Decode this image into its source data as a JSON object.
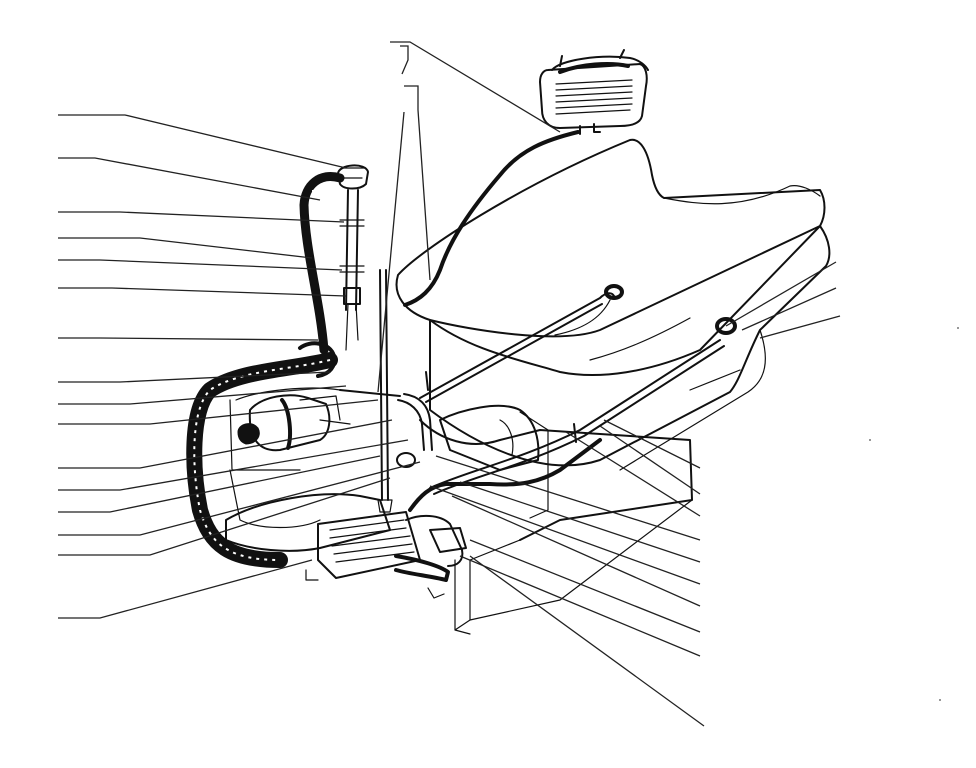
{
  "figure": {
    "leaders_left_count": 17,
    "leaders_right_count": 12,
    "leaders_top_count": 2,
    "leaders_upper_right_count": 3
  },
  "colors": {
    "ink": "#111111",
    "paper": "#ffffff"
  }
}
